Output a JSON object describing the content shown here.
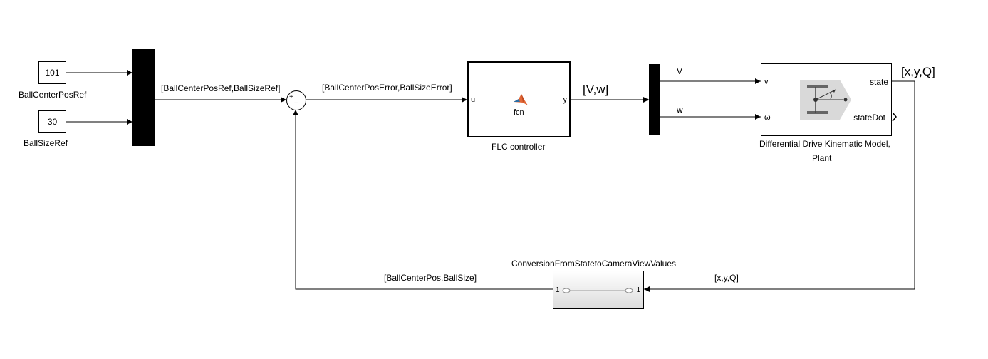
{
  "constants": {
    "ref_pos_value": "101",
    "ref_pos_name": "BallCenterPosRef",
    "ref_size_value": "30",
    "ref_size_name": "BallSizeRef"
  },
  "signals": {
    "mux_out": "[BallCenterPosRef,BallSizeRef]",
    "error": "[BallCenterPosError,BallSizeError]",
    "controller_out": "[V,w]",
    "v": "V",
    "w": "w",
    "state_out": "[x,y,Q]",
    "feedback_in": "[x,y,Q]",
    "feedback_out": "[BallCenterPos,BallSize]"
  },
  "sum_block": {
    "plus": "+",
    "minus": "−"
  },
  "controller": {
    "name": "FLC controller",
    "fcn": "fcn",
    "port_in": "u",
    "port_out": "y"
  },
  "plant": {
    "name_line1": "Differential Drive Kinematic Model,",
    "name_line2": "Plant",
    "port_v": "v",
    "port_w": "ω",
    "port_state": "state",
    "port_statedot": "stateDot"
  },
  "conversion": {
    "name": "ConversionFromStatetoCameraViewValues",
    "port_in": "1",
    "port_out": "1"
  },
  "colors": {
    "wire": "#000000",
    "mux": "#000000",
    "plant_fill": "#d9d9d9",
    "matlab_orange": "#e16737",
    "matlab_blue": "#2a6ea6"
  }
}
